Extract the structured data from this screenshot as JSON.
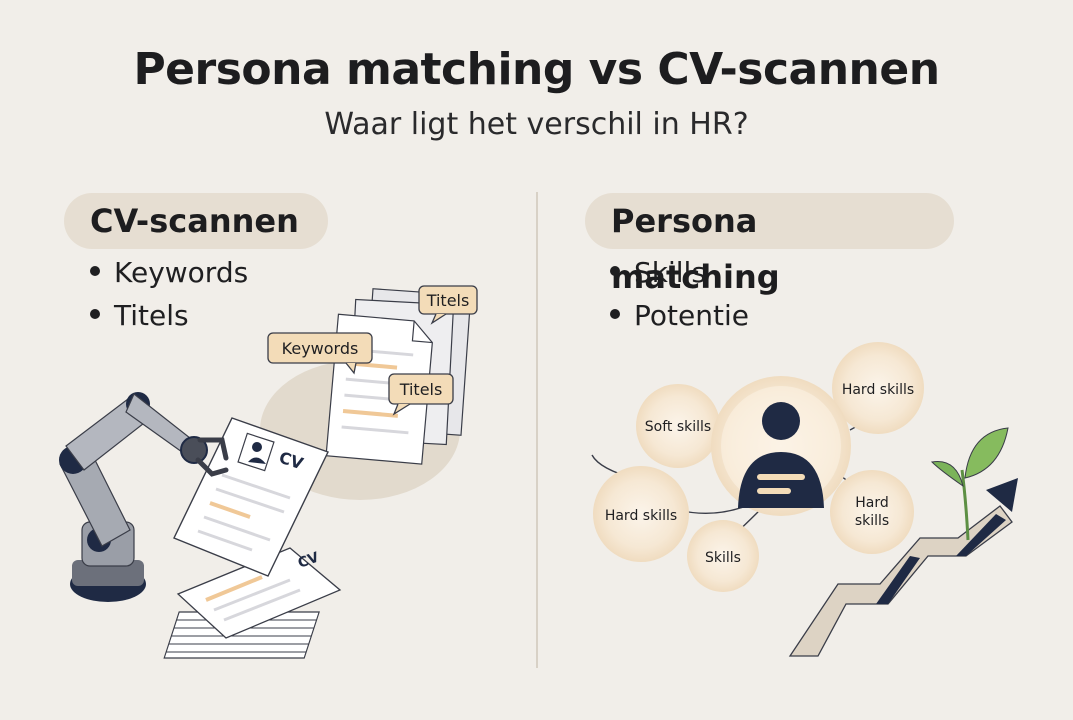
{
  "header": {
    "title": "Persona matching vs CV-scannen",
    "subtitle": "Waar ligt het verschil in HR?"
  },
  "left": {
    "heading": "CV-scannen",
    "bullets": [
      "Keywords",
      "Titels"
    ],
    "tags": {
      "keywords": "Keywords",
      "titels_top": "Titels",
      "titels_mid": "Titels"
    },
    "cv_label": "CV",
    "cv_label_stack": "CV"
  },
  "right": {
    "heading": "Persona matching",
    "bullets": [
      "Skills",
      "Potentie"
    ],
    "bubbles": {
      "soft_skills": "Soft skills",
      "hard_skills_top": "Hard skills",
      "hard_skills_left": "Hard skills",
      "hard_skills_right_line1": "Hard",
      "hard_skills_right_line2": "skills",
      "skills": "Skills"
    }
  },
  "colors": {
    "background": "#f1eee9",
    "pill": "#e6ded2",
    "navy": "#1f2a44",
    "tag_fill": "#f3dcb8",
    "bubble_glow": "#f6e6cf",
    "leaf_green": "#7bb35a"
  }
}
